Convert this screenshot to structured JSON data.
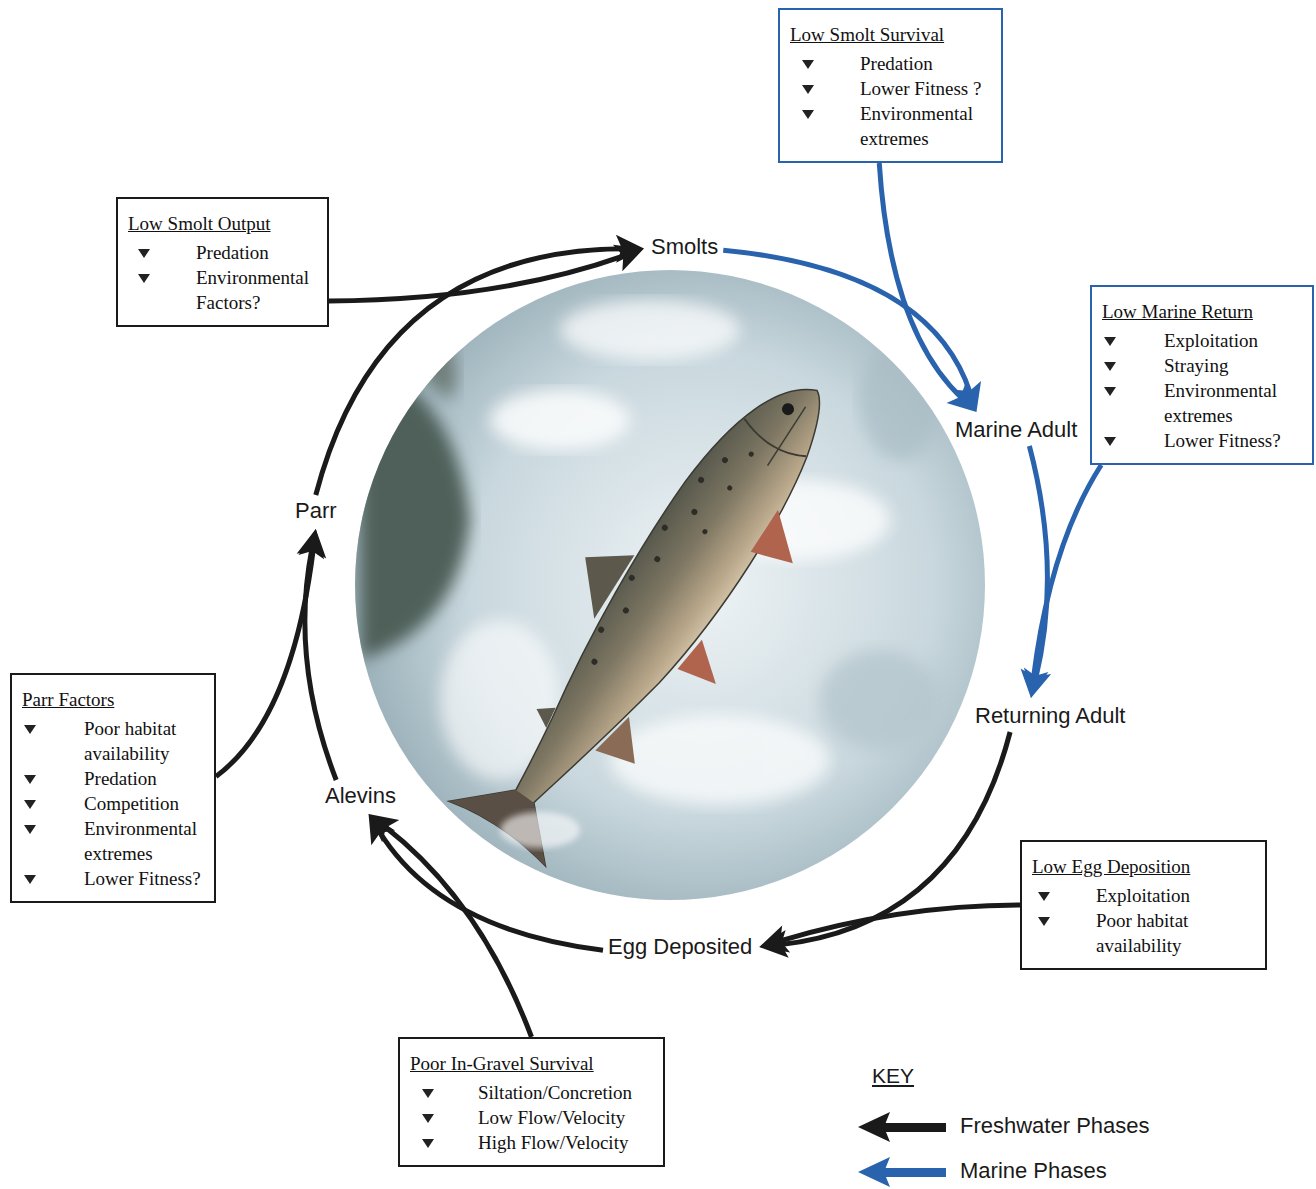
{
  "diagram": {
    "nodes": [
      {
        "text": [
          "Low Smolt Survival",
          "Predation",
          "Lower Fitness ?",
          "Environmental extremes"
        ]
      },
      {
        "text": [
          "Low Smolt Output",
          "Predation",
          "Environmental Factors?"
        ]
      },
      {
        "text": [
          "Smolts"
        ]
      },
      {
        "text": [
          "Low Marine Return",
          "Exploitation",
          "Straying",
          "Environmental extremes",
          "Lower Fitness?"
        ]
      },
      {
        "text": [
          "Marine Adult"
        ]
      },
      {
        "text": [
          "Parr"
        ]
      },
      {
        "text": [
          "Parr Factors",
          "Poor habitat availability",
          "Predation",
          "Competition",
          "Environmental extremes",
          "Lower Fitness?"
        ]
      },
      {
        "text": [
          "Returning Adult"
        ]
      },
      {
        "text": [
          "Alevins"
        ]
      },
      {
        "text": [
          "Low Egg Deposition",
          "Exploitation",
          "Poor habitat availability"
        ]
      },
      {
        "text": [
          "Egg Deposited"
        ]
      },
      {
        "text": [
          "Poor In-Gravel Survival",
          "Siltation/Concretion",
          "Low Flow/Velocity",
          "High Flow/Velocity"
        ]
      }
    ],
    "edges": [
      {
        "from": 2,
        "to": 4,
        "arrow": "to"
      },
      {
        "from": 4,
        "to": 7,
        "arrow": "to"
      },
      {
        "from": 7,
        "to": 10,
        "arrow": "to"
      },
      {
        "from": 10,
        "to": 8,
        "arrow": "to"
      },
      {
        "from": 8,
        "to": 5,
        "arrow": "to"
      },
      {
        "from": 5,
        "to": 2,
        "arrow": "to"
      },
      {
        "from": 0,
        "to": 4,
        "arrow": "to"
      },
      {
        "from": 1,
        "to": 2,
        "arrow": "to"
      },
      {
        "from": 3,
        "to": 7,
        "arrow": "to"
      },
      {
        "from": 6,
        "to": 5,
        "arrow": "to"
      },
      {
        "from": 9,
        "to": 10,
        "arrow": "to"
      },
      {
        "from": 11,
        "to": 8,
        "arrow": "to"
      }
    ],
    "labels": [
      "KEY"
    ],
    "legend": [
      {
        "text": "Freshwater Phases"
      },
      {
        "text": "Marine Phases"
      }
    ]
  }
}
